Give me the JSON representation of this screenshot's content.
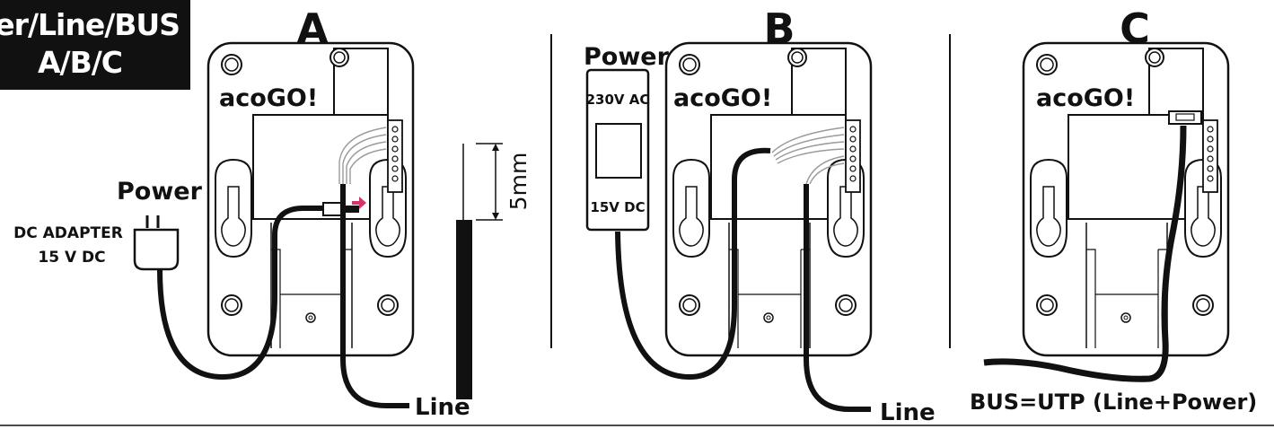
{
  "corner_label": {
    "line1": "ower/Line/BUS",
    "line2": "A/B/C"
  },
  "panels": [
    {
      "letter": "A",
      "brand": "acoGO!",
      "power_label": "Power",
      "adapter_line1": "DC ADAPTER",
      "adapter_line2": "15 V DC",
      "line_label": "Line",
      "strip_label": "5mm"
    },
    {
      "letter": "B",
      "brand": "acoGO!",
      "power_label": "Power",
      "psu_top": "230V AC",
      "psu_bottom": "15V DC",
      "line_label": "Line"
    },
    {
      "letter": "C",
      "brand": "acoGO!",
      "bus_label": "BUS=UTP (Line+Power)"
    }
  ],
  "colors": {
    "ink": "#111111",
    "background": "#ffffff",
    "accent_arrow": "#d6336c",
    "wire_grey": "#9a9a9a"
  }
}
